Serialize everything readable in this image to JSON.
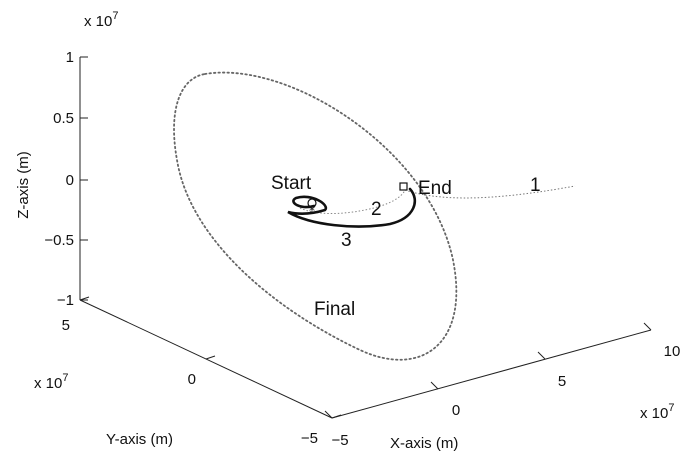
{
  "chart_data": {
    "type": "line",
    "subtype": "3d",
    "title": "",
    "axes": {
      "x": {
        "label": "X-axis (m)",
        "exponent": "x 10^7",
        "ticks": [
          -5,
          0,
          5,
          10
        ],
        "range": [
          -5,
          10
        ]
      },
      "y": {
        "label": "Y-axis (m)",
        "exponent": "x 10^7",
        "ticks": [
          -5,
          0,
          5
        ],
        "range": [
          -5,
          5
        ]
      },
      "z": {
        "label": "Z-axis (m)",
        "exponent": "x 10^7",
        "ticks": [
          -1,
          -0.5,
          0,
          0.5,
          1
        ],
        "range": [
          -1,
          1
        ]
      }
    },
    "tick_labels": {
      "x": [
        "−5",
        "0",
        "5",
        "10"
      ],
      "y": [
        "−5",
        "0",
        "5"
      ],
      "z": [
        "−1",
        "−0.5",
        "0",
        "0.5",
        "1"
      ]
    },
    "grid": false,
    "annotations": [
      "Start",
      "End",
      "Final",
      "1",
      "2",
      "3"
    ],
    "series": [
      {
        "name": "1",
        "style": "dotted-thin",
        "color": "#777777"
      },
      {
        "name": "2",
        "style": "dotted-thin",
        "color": "#888888"
      },
      {
        "name": "3",
        "style": "solid-thick",
        "color": "#111111"
      },
      {
        "name": "Final",
        "style": "dotted",
        "color": "#666666"
      }
    ]
  }
}
